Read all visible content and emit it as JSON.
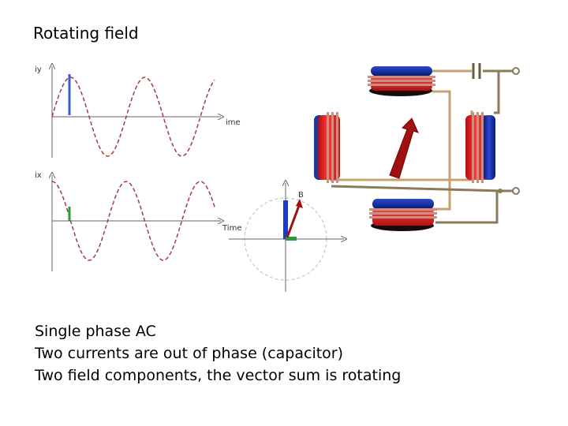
{
  "slide": {
    "title": "Rotating field",
    "caption_lines": [
      "Single phase AC",
      "Two currents are out of phase (capacitor)",
      "Two field components, the vector sum is rotating"
    ]
  },
  "diagram": {
    "top_plot_ylabel": "iy",
    "top_plot_xlabel": "ime",
    "bottom_plot_ylabel": "ix",
    "bottom_plot_xlabel": "Time",
    "vector_label": "B"
  },
  "colors": {
    "wave": "#a83a3a",
    "iy_marker": "#3a5fc8",
    "ix_marker": "#2a9a3a",
    "coil_red": "#e02020",
    "coil_blue": "#1a3aa0",
    "wire": "#8a7a5a",
    "arrow": "#a01010"
  }
}
